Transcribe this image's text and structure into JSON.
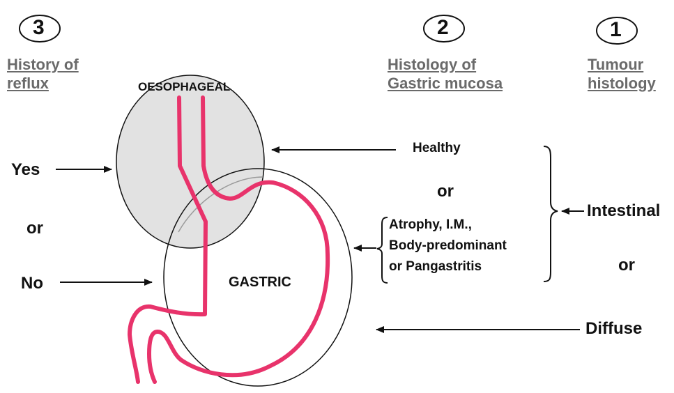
{
  "columns": [
    {
      "number": "3",
      "header_line1": "History of",
      "header_line2": "reflux"
    },
    {
      "number": "2",
      "header_line1": "Histology of",
      "header_line2": "Gastric mucosa"
    },
    {
      "number": "1",
      "header_line1": "Tumour",
      "header_line2": "histology"
    }
  ],
  "regions": {
    "oesophageal": "OESOPHAGEAL",
    "gastric": "GASTRIC"
  },
  "reflux": {
    "yes": "Yes",
    "or": "or",
    "no": "No"
  },
  "mucosa": {
    "healthy": "Healthy",
    "or": "or",
    "abnormal_line1": "Atrophy, I.M.,",
    "abnormal_line2": "Body-predominant",
    "abnormal_line3": "or Pangastritis"
  },
  "tumour": {
    "intestinal": "Intestinal",
    "or": "or",
    "diffuse": "Diffuse"
  },
  "colors": {
    "stomach_outline": "#e8336b",
    "oesophageal_fill": "#e2e2e2",
    "header_text": "#6a6a6a"
  }
}
